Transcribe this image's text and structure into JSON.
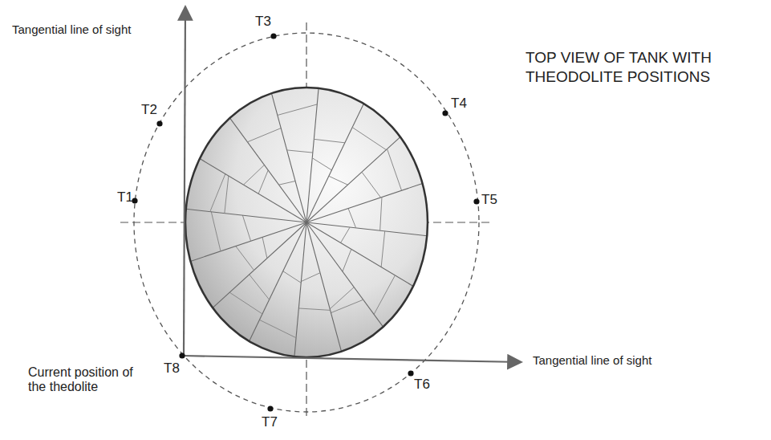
{
  "diagram": {
    "title": "TOP VIEW OF TANK WITH THEODOLITE POSITIONS",
    "labels": [
      "Tangential line of sight",
      "T3",
      "T2",
      "T4",
      "T1",
      "T5",
      "Current position of the thedolite",
      "T8",
      "T6",
      "Tangential line of sight",
      "T7"
    ]
  }
}
